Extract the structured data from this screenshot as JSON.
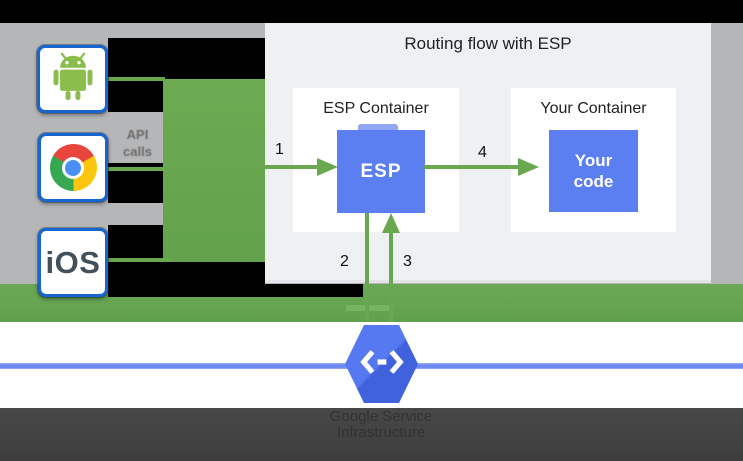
{
  "window": {
    "width": "743",
    "height": "461"
  },
  "overlay_panel": {
    "title": "Routing flow with ESP"
  },
  "clients": [
    {
      "name": "Android",
      "icon": "android-icon"
    },
    {
      "name": "Chrome",
      "icon": "chrome-icon"
    },
    {
      "name": "iOS",
      "label": "iOS"
    }
  ],
  "background_diagram": {
    "api_calls_label_line1": "API",
    "api_calls_label_line2": "calls"
  },
  "routing_flow": {
    "esp_container": {
      "title": "ESP Container",
      "box_label": "ESP"
    },
    "your_container": {
      "title": "Your Container",
      "box_label_line1": "Your",
      "box_label_line2": "code"
    },
    "steps": [
      {
        "label": "1"
      },
      {
        "label": "2"
      },
      {
        "label": "3"
      },
      {
        "label": "4"
      }
    ]
  },
  "service_infrastructure": {
    "icon": "cloud-endpoints-hexagon-icon",
    "caption_line1": "Google Service",
    "caption_line2": "Infrastructure"
  },
  "colors": {
    "arrow_green": "#6aa84f",
    "band_green": "#67a655",
    "esp_blue": "#5b7ef0",
    "timeline_blue": "#6d89f2",
    "client_border_blue": "#1766cf",
    "hexagon_blue_light": "#5679f1",
    "hexagon_blue_dark": "#4162dd",
    "backdrop_gray": "#b5b6b7",
    "footer_gray": "#424242",
    "top_bar_black": "#000000"
  }
}
